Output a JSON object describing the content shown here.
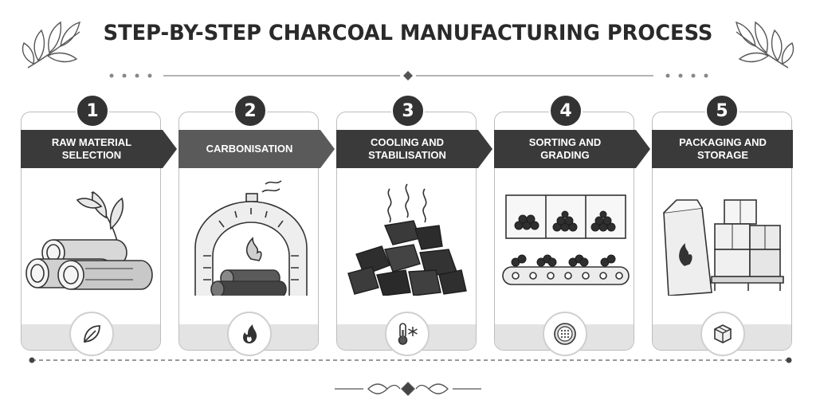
{
  "title": "STEP-BY-STEP CHARCOAL MANUFACTURING PROCESS",
  "steps": [
    {
      "number": "1",
      "label_line1": "RAW MATERIAL",
      "label_line2": "SELECTION",
      "icon": "leaf-icon"
    },
    {
      "number": "2",
      "label_line1": "CARBONISATION",
      "label_line2": "",
      "icon": "flame-icon"
    },
    {
      "number": "3",
      "label_line1": "COOLING AND",
      "label_line2": "STABILISATION",
      "icon": "thermometer-snowflake-icon"
    },
    {
      "number": "4",
      "label_line1": "SORTING AND",
      "label_line2": "GRADING",
      "icon": "sieve-icon"
    },
    {
      "number": "5",
      "label_line1": "PACKAGING AND",
      "label_line2": "STORAGE",
      "icon": "box-icon"
    }
  ],
  "colors": {
    "banner": "#3a3a3a",
    "banner_light": "#5a5a5a",
    "text_dark": "#2a2a2a",
    "band": "#e3e3e3",
    "line": "#888888"
  }
}
